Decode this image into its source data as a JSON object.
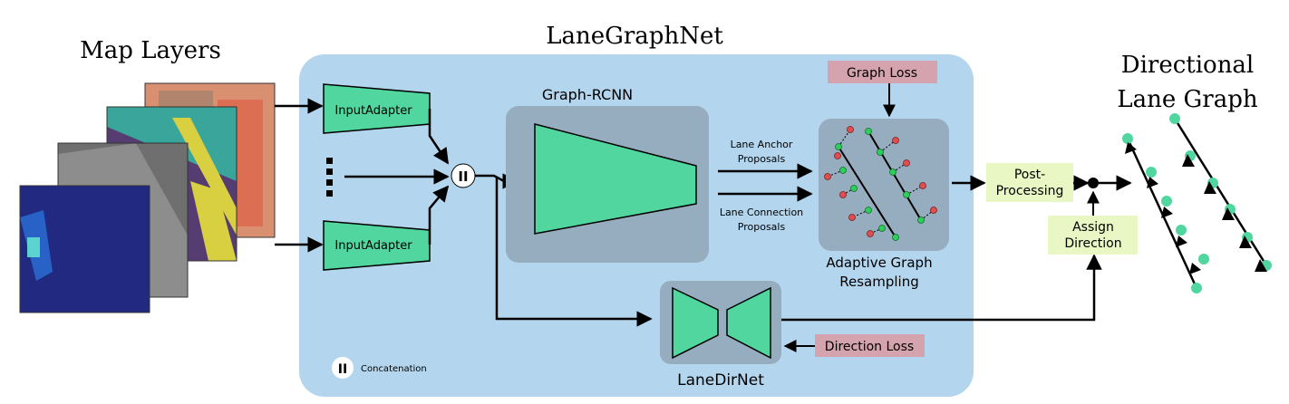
{
  "titles": {
    "map_layers": "Map Layers",
    "network": "LaneGraphNet",
    "output_line1": "Directional",
    "output_line2": "Lane Graph"
  },
  "modules": {
    "input_adapter_top": "InputAdapter",
    "input_adapter_bottom": "InputAdapter",
    "graph_rcnn": "Graph-RCNN",
    "resampling_line1": "Adaptive Graph",
    "resampling_line2": "Resampling",
    "lanedirnet": "LaneDirNet",
    "post_processing_line1": "Post-",
    "post_processing_line2": "Processing",
    "assign_direction_line1": "Assign",
    "assign_direction_line2": "Direction"
  },
  "losses": {
    "graph_loss": "Graph Loss",
    "direction_loss": "Direction Loss"
  },
  "proposals": {
    "anchor_line1": "Lane Anchor",
    "anchor_line2": "Proposals",
    "connection_line1": "Lane Connection",
    "connection_line2": "Proposals"
  },
  "legend": {
    "concat_symbol": "II",
    "concat_label": "Concatenation"
  },
  "colors": {
    "net_background": "#b3d6ee",
    "module_gray": "#96adbf",
    "adapter_green": "#52d6a0",
    "loss_pink": "#d4a3ad",
    "post_yellow": "#e8f7c4",
    "node_red": "#e04f4f",
    "node_green": "#2ccf5a"
  }
}
